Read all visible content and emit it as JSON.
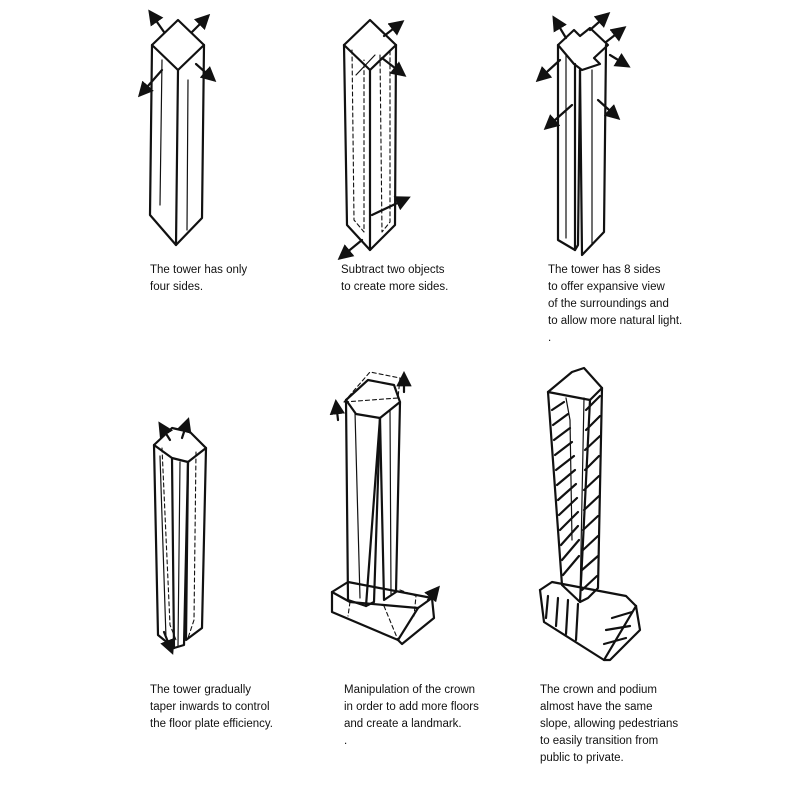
{
  "panels": [
    {
      "id": "p1",
      "caption_lines": [
        "The tower has only",
        "four sides."
      ]
    },
    {
      "id": "p2",
      "caption_lines": [
        "Subtract two objects",
        "to create more sides."
      ]
    },
    {
      "id": "p3",
      "caption_lines": [
        "The tower has 8 sides",
        "to offer expansive view",
        "of the surroundings and",
        "to allow more natural light.",
        "."
      ]
    },
    {
      "id": "p4",
      "caption_lines": [
        "The tower gradually",
        "taper inwards to control",
        "the floor plate efficiency."
      ]
    },
    {
      "id": "p5",
      "caption_lines": [
        "Manipulation of the crown",
        "in order to add more floors",
        "and create a landmark.",
        "."
      ]
    },
    {
      "id": "p6",
      "caption_lines": [
        "The crown and podium",
        "almost have the same",
        "slope, allowing pedestrians",
        "to easily transition from",
        "public to private."
      ]
    }
  ]
}
